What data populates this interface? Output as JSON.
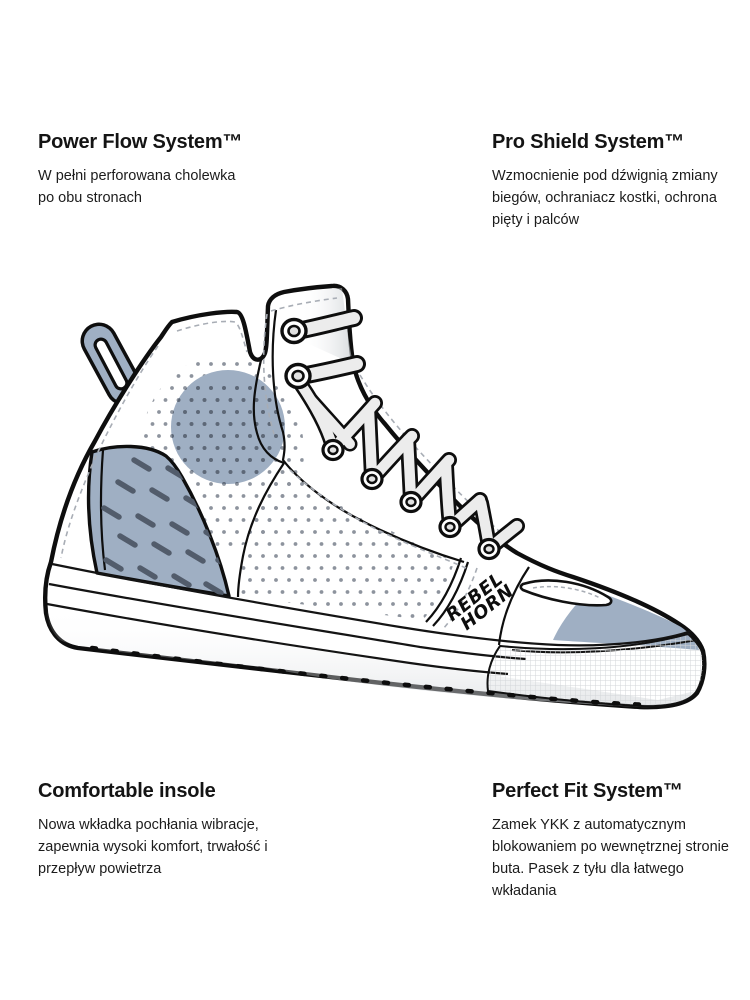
{
  "page": {
    "background": "#ffffff",
    "kind": "product-feature-infographic"
  },
  "features": {
    "top_left": {
      "title": "Power Flow System™",
      "description": "W pełni perforowana cholewka\npo obu stronach"
    },
    "top_right": {
      "title": "Pro Shield System™",
      "description": "Wzmocnienie pod dźwignią zmiany\nbiegów, ochraniacz kostki, ochrona\npięty i palców"
    },
    "bottom_left": {
      "title": "Comfortable insole",
      "description": "Nowa wkładka pochłania wibracje,\nzapewnia wysoki komfort, trwałość i\nprzepływ powietrza"
    },
    "bottom_right": {
      "title": "Perfect Fit System™",
      "description": "Zamek YKK z automatycznym\nblokowaniem po wewnętrznej stronie\nbuta. Pasek z tyłu dla łatwego wkładania"
    }
  },
  "shoe": {
    "logo": {
      "line1": "REBEL",
      "line2": "HORN"
    },
    "colors": {
      "accent_blue": "#9fafc3",
      "outline_ink": "#0e0e0e",
      "perforation_dot_light": "#8d939d",
      "perforation_dot_dark": "#5d6877",
      "heel_dash": "#525c6b",
      "lace_fill": "#ececec"
    }
  }
}
